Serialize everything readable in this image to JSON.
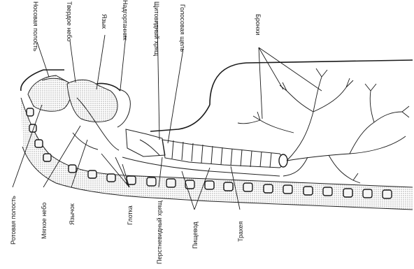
{
  "labels": {
    "nasal_cavity": "Носовая полость",
    "hard_palate": "Твердое небо",
    "tongue": "Язык",
    "epiglottis": "Надгортанник",
    "thyroid_cartilage": "Щитовидный хрящ",
    "glottis": "Голосовая щель",
    "bronchi": "Бронхи",
    "oral_cavity": "Ротовая полость",
    "soft_palate": "Мягкое небо",
    "uvula": "Язычок",
    "pharynx": "Глотка",
    "cricoid_cartilage": "Перстневидный хрящ",
    "esophagus": "Пищевод",
    "trachea": "Трахея"
  }
}
